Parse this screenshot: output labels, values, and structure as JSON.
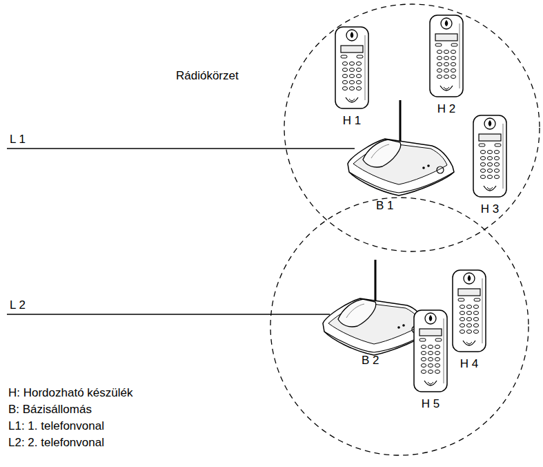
{
  "diagram": {
    "nodes": [
      {
        "text": [
          "Rádiókörzet"
        ]
      },
      {
        "text": [
          "H 1"
        ],
        "in": 0
      },
      {
        "text": [
          "H 2"
        ],
        "in": 0
      },
      {
        "text": [
          "B 1"
        ],
        "in": 0
      },
      {
        "text": [
          "H 3"
        ],
        "in": 0
      },
      {
        "text": [],
        "in": null
      },
      {
        "text": [
          "B 2"
        ],
        "in": 5
      },
      {
        "text": [
          "H 4"
        ],
        "in": 5
      },
      {
        "text": [
          "H 5"
        ],
        "in": 5
      }
    ],
    "labels": [
      "L 1",
      "L 2",
      "H: Hordozható készülék",
      "B: Bázisállomás",
      "L1: 1. telefonvonal",
      "L2: 2. telefonvonal"
    ]
  }
}
